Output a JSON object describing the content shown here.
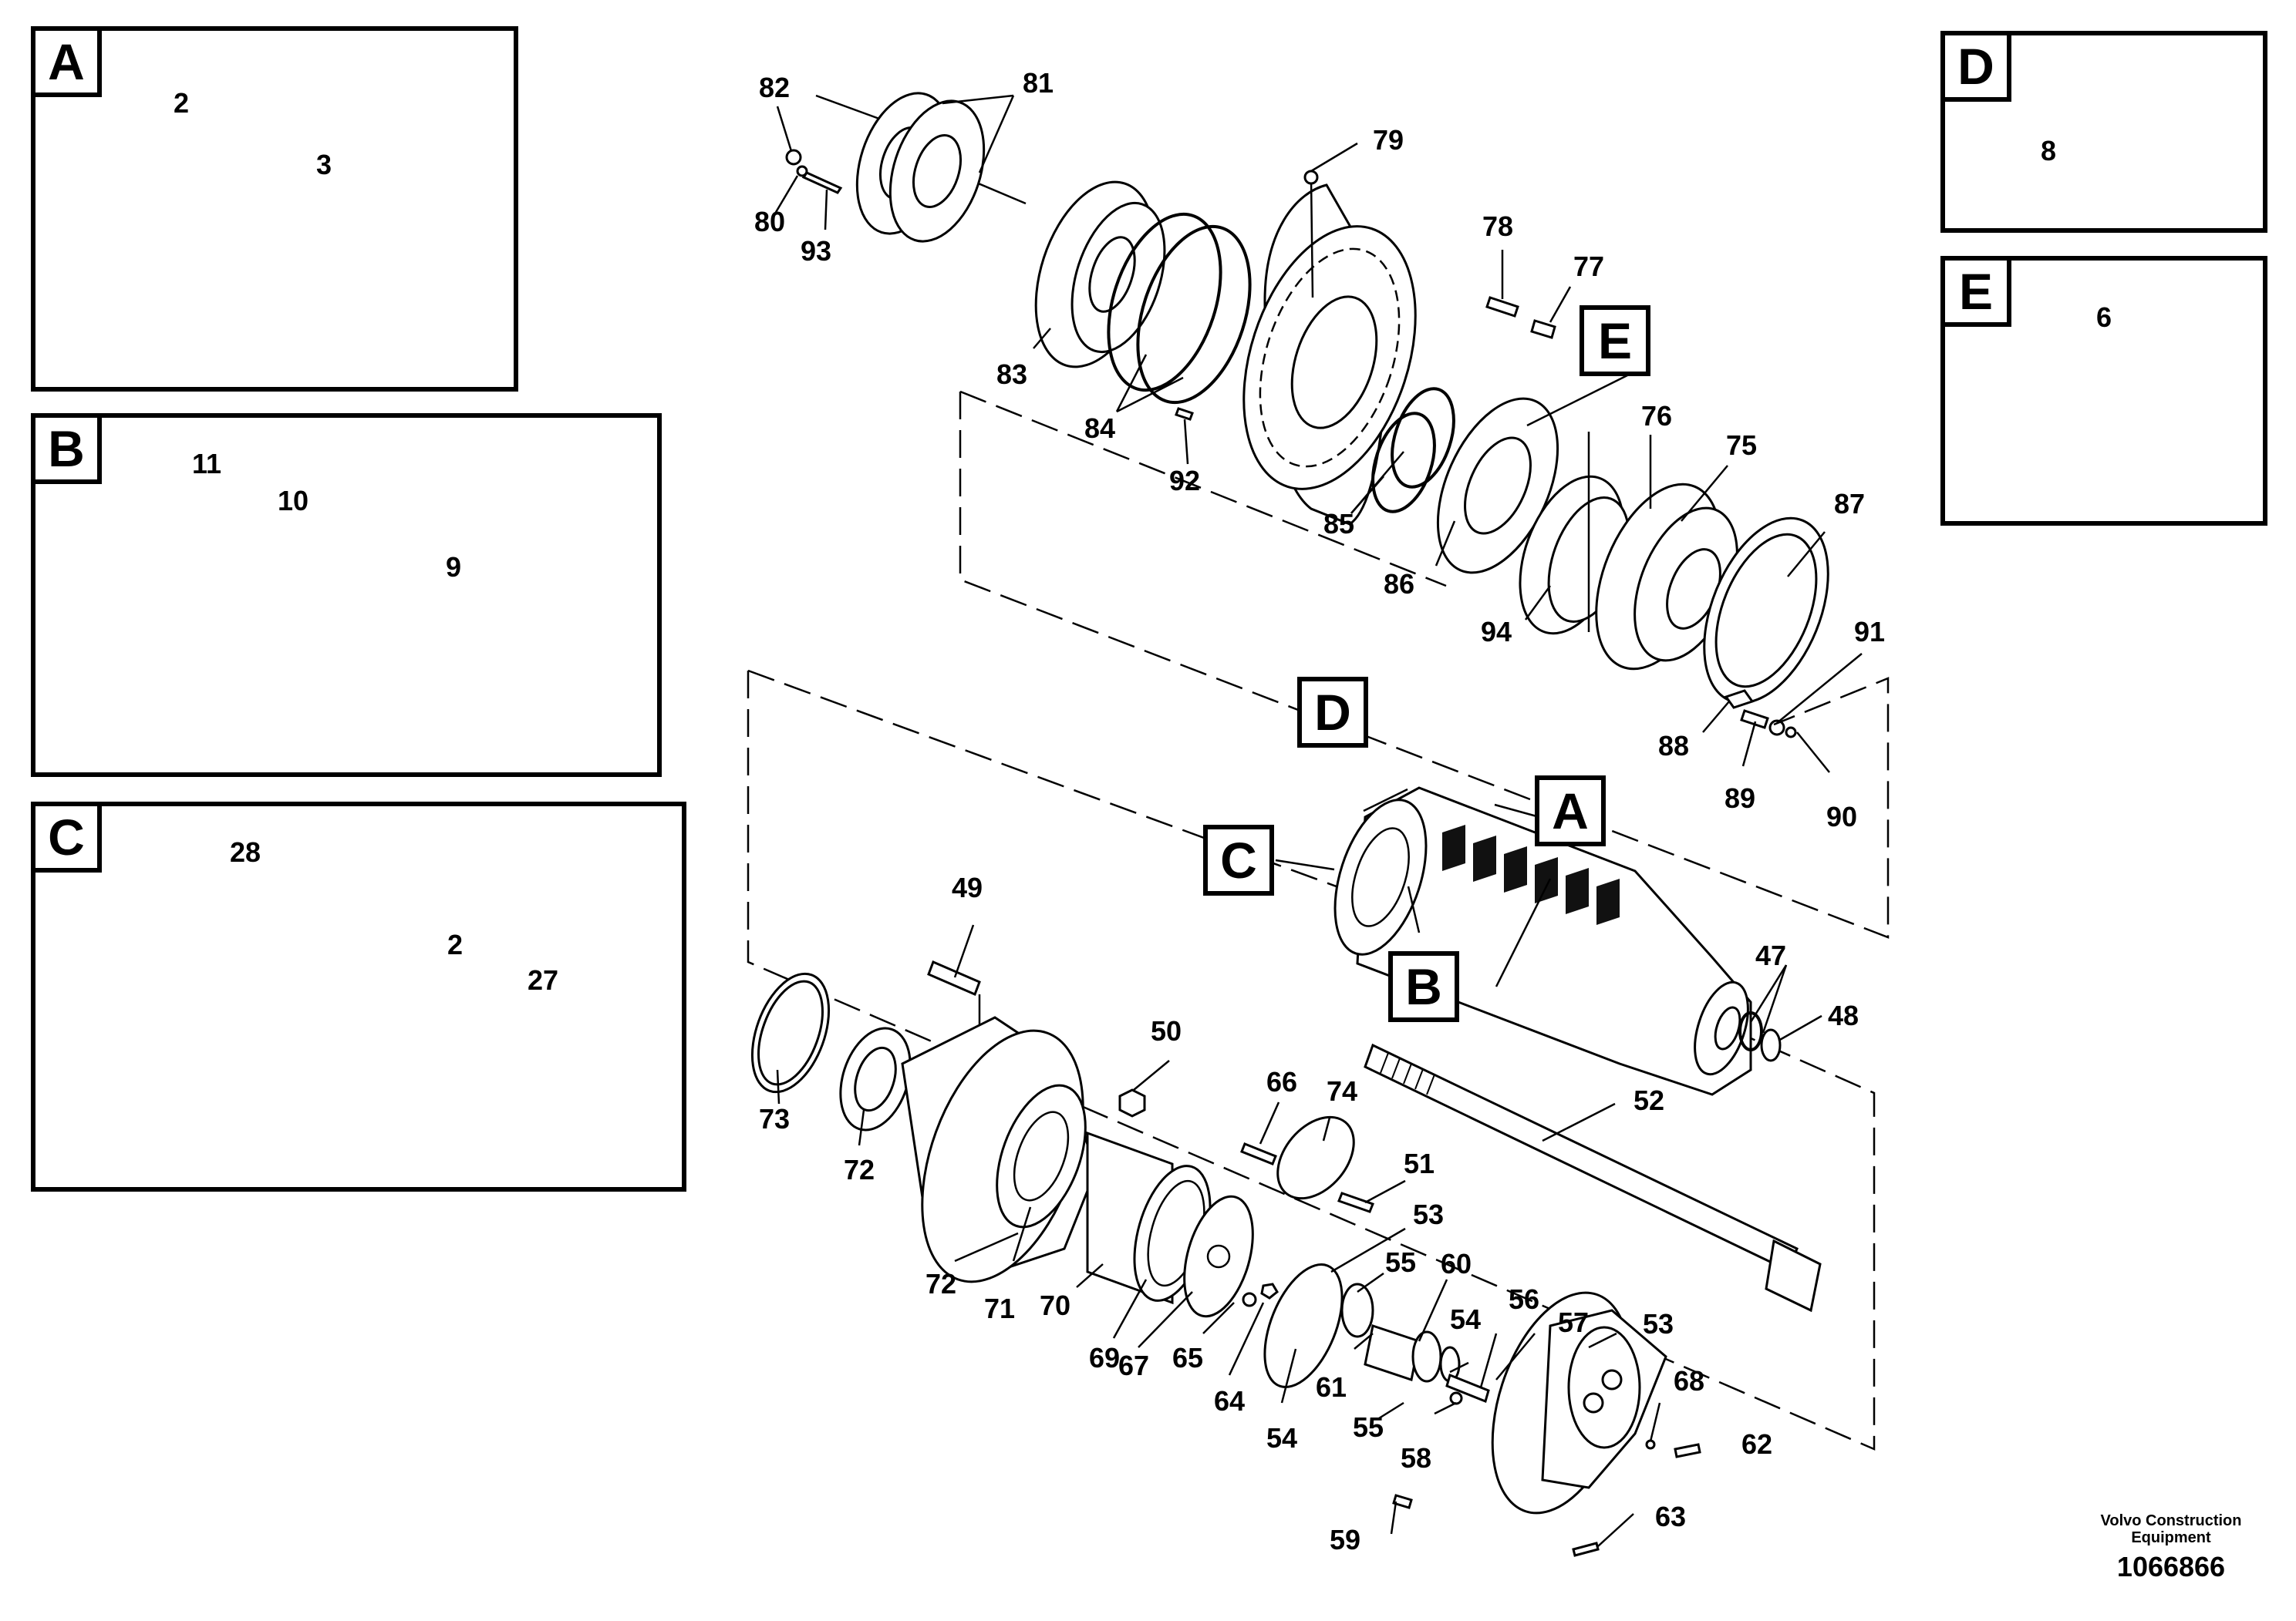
{
  "panels": {
    "A": {
      "letter": "A",
      "labels": [
        "2",
        "3"
      ]
    },
    "B": {
      "letter": "B",
      "labels": [
        "11",
        "10",
        "9"
      ]
    },
    "C": {
      "letter": "C",
      "labels": [
        "28",
        "2",
        "27"
      ]
    },
    "D": {
      "letter": "D",
      "labels": [
        "8"
      ]
    },
    "E": {
      "letter": "E",
      "labels": [
        "6"
      ]
    }
  },
  "callouts": {
    "E": "E",
    "D": "D",
    "A": "A",
    "C": "C",
    "B": "B"
  },
  "part_numbers": {
    "p82": "82",
    "p81": "81",
    "p80": "80",
    "p93": "93",
    "p79": "79",
    "p78": "78",
    "p77": "77",
    "p83": "83",
    "p84": "84",
    "p92": "92",
    "p76": "76",
    "p75": "75",
    "p85": "85",
    "p86": "86",
    "p87": "87",
    "p94": "94",
    "p91": "91",
    "p88": "88",
    "p89": "89",
    "p90": "90",
    "p49": "49",
    "p47": "47",
    "p48": "48",
    "p50": "50",
    "p52": "52",
    "p73": "73",
    "p72a": "72",
    "p66": "66",
    "p74": "74",
    "p51": "51",
    "p53a": "53",
    "p55a": "55",
    "p60": "60",
    "p72b": "72",
    "p71": "71",
    "p70": "70",
    "p69": "69",
    "p67": "67",
    "p65": "65",
    "p54a": "54",
    "p56": "56",
    "p57": "57",
    "p53b": "53",
    "p64": "64",
    "p54b": "54",
    "p61": "61",
    "p55b": "55",
    "p58": "58",
    "p68": "68",
    "p62": "62",
    "p59": "59",
    "p63": "63"
  },
  "footer": {
    "company_line1": "Volvo Construction",
    "company_line2": "Equipment",
    "drawing_number": "1066866"
  }
}
